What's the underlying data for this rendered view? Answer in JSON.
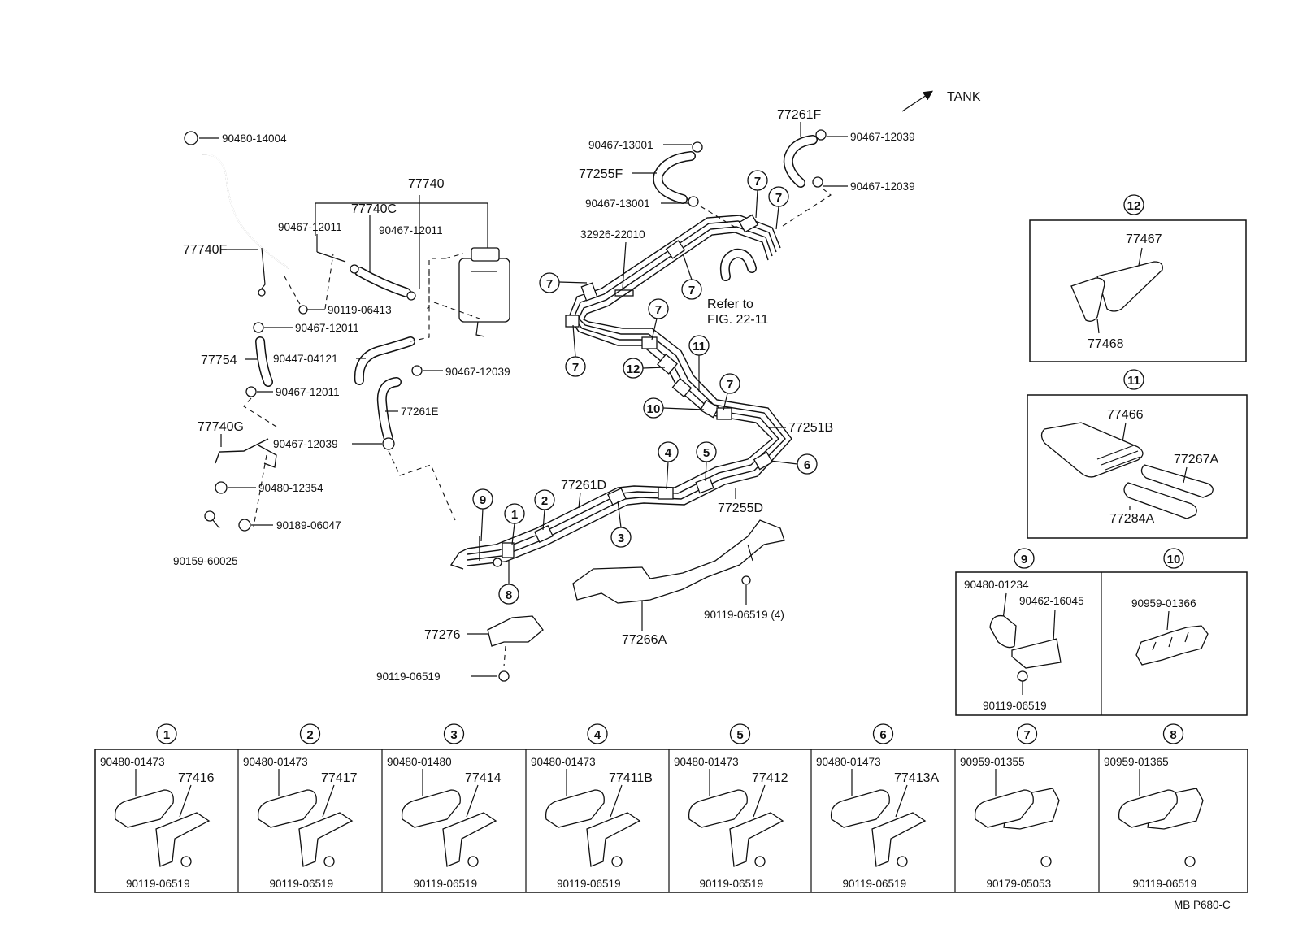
{
  "tank_label": "TANK",
  "footer_code": "MB  P680-C",
  "refer_note": [
    "Refer to",
    "FIG. 22-11"
  ],
  "labels": {
    "p90480_14004": "90480-14004",
    "p77740": "77740",
    "p77740c": "77740C",
    "p90467_12011_a": "90467-12011",
    "p90467_12011_b": "90467-12011",
    "p77740f": "77740F",
    "p90119_06413": "90119-06413",
    "p90467_12011_c": "90467-12011",
    "p77754": "77754",
    "p90447_04121": "90447-04121",
    "p90467_12011_d": "90467-12011",
    "p90467_12039_a": "90467-12039",
    "p77261e": "77261E",
    "p77740g": "77740G",
    "p90467_12039_b": "90467-12039",
    "p90480_12354": "90480-12354",
    "p90189_06047": "90189-06047",
    "p90159_60025": "90159-60025",
    "p90467_13001_a": "90467-13001",
    "p77255f": "77255F",
    "p90467_13001_b": "90467-13001",
    "p32926_22010": "32926-22010",
    "p77261f": "77261F",
    "p90467_12039_c": "90467-12039",
    "p90467_12039_d": "90467-12039",
    "p77251b": "77251B",
    "p77261d": "77261D",
    "p77255d": "77255D",
    "p77266a": "77266A",
    "p90119_06519_4": "90119-06519 (4)",
    "p77276": "77276",
    "p90119_06519_m": "90119-06519"
  },
  "callouts": {
    "c7a": "7",
    "c7b": "7",
    "c7c": "7",
    "c7d": "7",
    "c7e": "7",
    "c7f": "7",
    "c7g": "7",
    "c11": "11",
    "c12": "12",
    "c10": "10",
    "c4": "4",
    "c5": "5",
    "c6": "6",
    "c9": "9",
    "c1": "1",
    "c2": "2",
    "c3": "3",
    "c8": "8"
  },
  "insets": {
    "i12": {
      "num": "12",
      "a": "77467",
      "b": "77468"
    },
    "i11": {
      "num": "11",
      "a": "77466",
      "b": "77267A",
      "c": "77284A"
    },
    "i9": {
      "num": "9",
      "a": "90480-01234",
      "b": "90462-16045",
      "c": "90119-06519"
    },
    "i10": {
      "num": "10",
      "a": "90959-01366"
    }
  },
  "bottom_panels": [
    {
      "num": "1",
      "clip": "90480-01473",
      "bracket": "77416",
      "bolt": "90119-06519"
    },
    {
      "num": "2",
      "clip": "90480-01473",
      "bracket": "77417",
      "bolt": "90119-06519"
    },
    {
      "num": "3",
      "clip": "90480-01480",
      "bracket": "77414",
      "bolt": "90119-06519"
    },
    {
      "num": "4",
      "clip": "90480-01473",
      "bracket": "77411B",
      "bolt": "90119-06519"
    },
    {
      "num": "5",
      "clip": "90480-01473",
      "bracket": "77412",
      "bolt": "90119-06519"
    },
    {
      "num": "6",
      "clip": "90480-01473",
      "bracket": "77413A",
      "bolt": "90119-06519"
    },
    {
      "num": "7",
      "clip": "90959-01355",
      "bracket": "",
      "bolt": "90179-05053"
    },
    {
      "num": "8",
      "clip": "90959-01365",
      "bracket": "",
      "bolt": "90119-06519"
    }
  ]
}
